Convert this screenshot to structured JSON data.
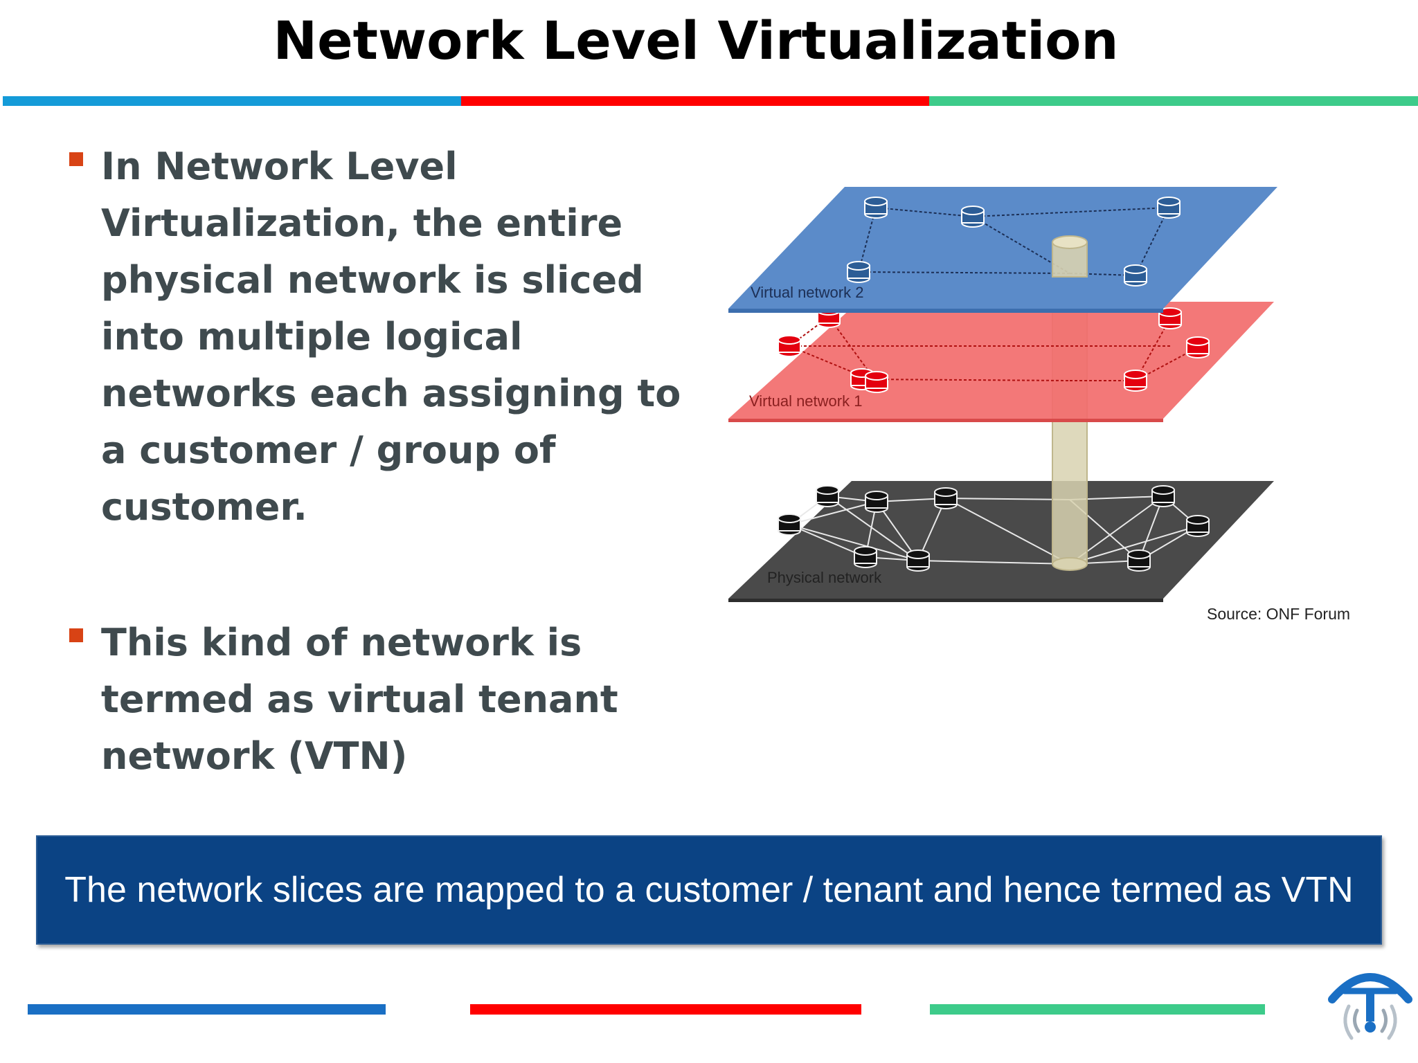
{
  "title": "Network Level Virtualization",
  "colors": {
    "blue": "#149bd8",
    "red": "#ff0000",
    "green": "#3dcb8a",
    "bullet": "#d84315",
    "text": "#3f4a4e",
    "callout_bg": "#0b4384",
    "footer_blue": "#1a6fc4",
    "logo": "#1a6fc4"
  },
  "bullets": [
    {
      "text": "In Network Level Virtualization, the entire physical network is sliced into multiple logical networks each assigning to a customer / group of customer."
    },
    {
      "text": "This kind of network is termed as virtual tenant network (VTN)"
    }
  ],
  "diagram": {
    "layers": [
      {
        "label": "Virtual network 2",
        "color": "#5b8bc9"
      },
      {
        "label": "Virtual network 1",
        "color": "#f26d6d"
      },
      {
        "label": "Physical network",
        "color": "#4a4a4a"
      }
    ],
    "source": "Source: ONF Forum"
  },
  "callout": {
    "text": "The network slices are mapped to a customer / tenant and hence termed as VTN"
  },
  "icons": {
    "logo": "antenna-signal-logo",
    "bullet": "square-bullet-icon",
    "node": "database-cylinder-icon"
  }
}
